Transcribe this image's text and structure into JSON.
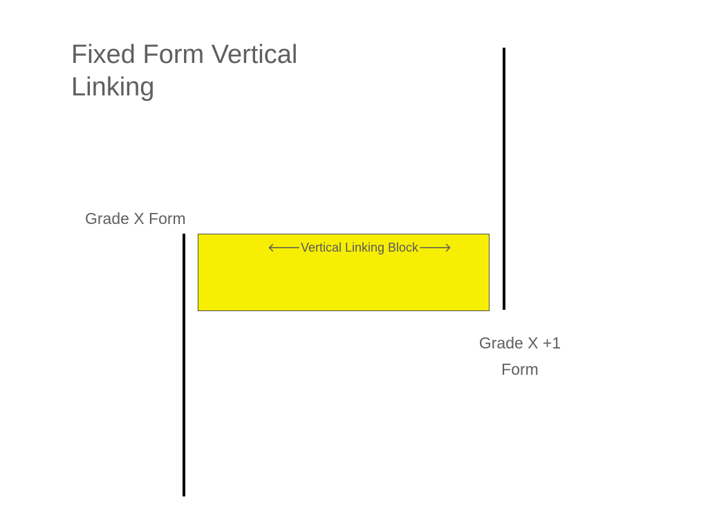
{
  "slide": {
    "title": "Fixed Form Vertical\n  Linking",
    "left_form_label": "Grade X Form",
    "right_form_label": "Grade X +1\nForm",
    "linking_block_label": "🡐Vertical Linking Block🡒",
    "colors": {
      "title_text": "#5f5f5f",
      "linking_block_fill": "#f7ef03",
      "form_lines": "#000000"
    }
  }
}
